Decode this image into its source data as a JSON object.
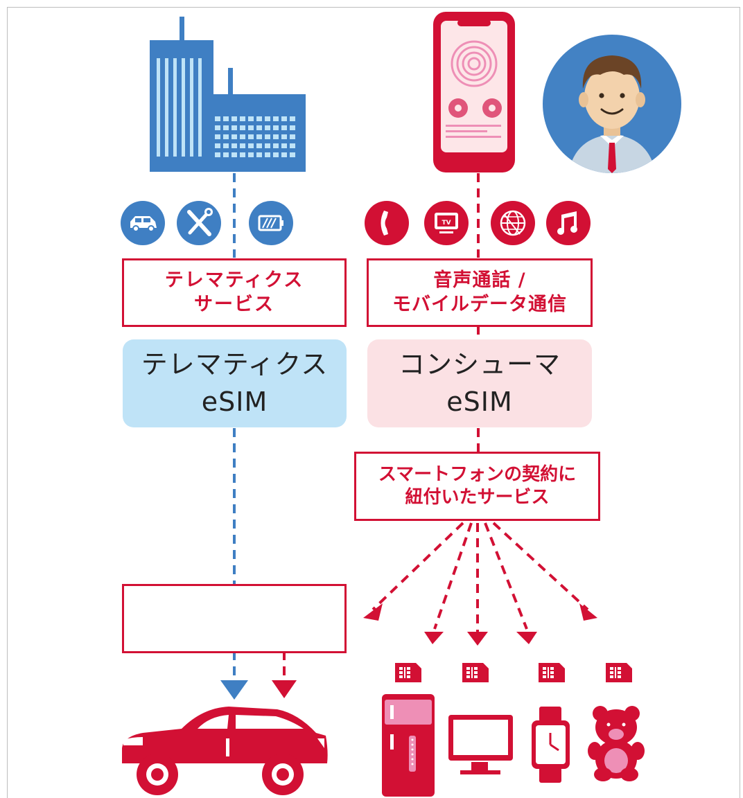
{
  "telematics": {
    "service_lines": [
      "テレマティクス",
      "サービス"
    ],
    "esim_lines": [
      "テレマティクス",
      "eSIM"
    ]
  },
  "consumer": {
    "service_lines": [
      "音声通話 /",
      "モバイルデータ通信"
    ],
    "esim_lines": [
      "コンシューマ",
      "eSIM"
    ],
    "linked_lines": [
      "スマートフォンの契約に",
      "紐付いたサービス"
    ]
  },
  "icons": {
    "telematics_services": [
      "car-icon",
      "tools-icon",
      "battery-icon"
    ],
    "consumer_services": [
      "phone-icon",
      "tv-icon",
      "globe-icon",
      "music-icon"
    ],
    "devices": [
      "refrigerator-icon",
      "monitor-icon",
      "wristwatch-icon",
      "teddy-bear-icon"
    ]
  },
  "colors": {
    "blue": "#3f7fc3",
    "red": "#d21034",
    "light_blue": "#bfe3f7",
    "light_pink": "#fbe1e4",
    "pink": "#ee8fb6"
  }
}
